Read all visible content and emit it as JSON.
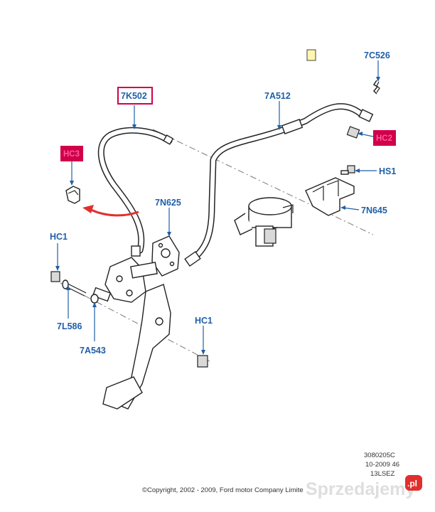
{
  "labels": {
    "7C526": "7C526",
    "7K502": "7K502",
    "7A512": "7A512",
    "HC3": "HC3",
    "HC2": "HC2",
    "HS1": "HS1",
    "7N625": "7N625",
    "7N645": "7N645",
    "HC1_left": "HC1",
    "7L586": "7L586",
    "7A543": "7A543",
    "HC1_bottom": "HC1"
  },
  "footer": {
    "ref_code": "3080205C",
    "date_line": "10-2009 46",
    "model": "13LSEZ",
    "copyright": "©Copyright, 2002 - 2009, Ford motor Company Limite"
  },
  "watermark": {
    "text": "Sprzedajemy",
    "suffix": ".pl"
  },
  "colors": {
    "label_blue": "#1f5fa8",
    "highlight_red": "#d0004a",
    "arrow_red": "#e0302e",
    "watermark_badge": "#e0302e"
  }
}
